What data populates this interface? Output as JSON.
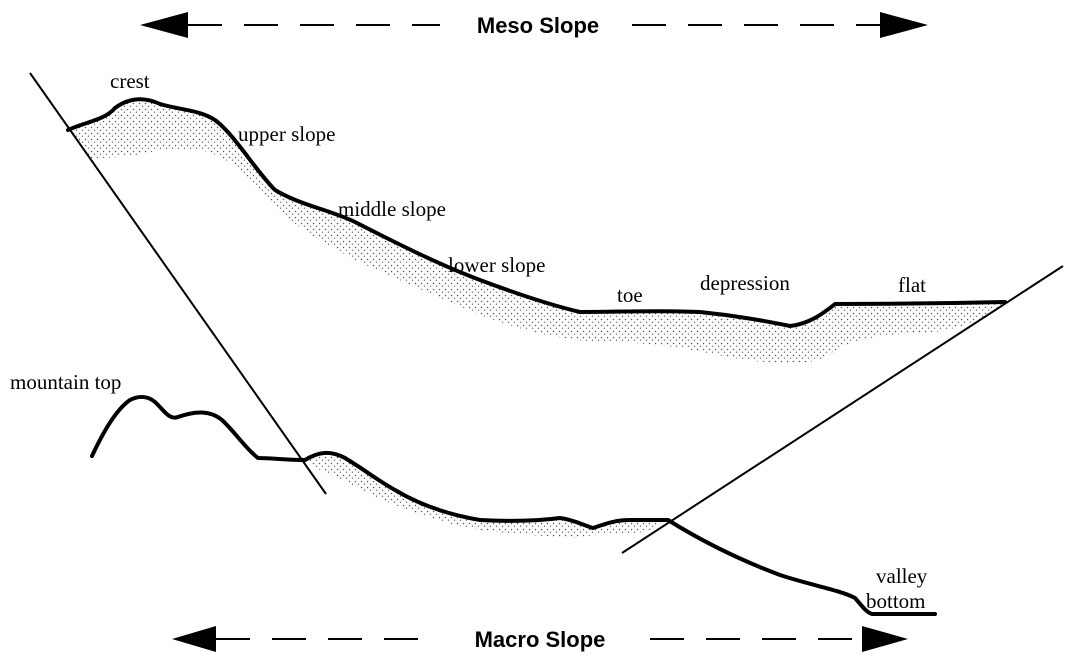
{
  "headings": {
    "meso": "Meso Slope",
    "macro": "Macro Slope"
  },
  "meso_labels": {
    "crest": "crest",
    "upper_slope": "upper slope",
    "middle_slope": "middle slope",
    "lower_slope": "lower slope",
    "toe": "toe",
    "depression": "depression",
    "flat": "flat"
  },
  "macro_labels": {
    "mountain_top": "mountain top",
    "valley": "valley",
    "bottom": "bottom"
  }
}
